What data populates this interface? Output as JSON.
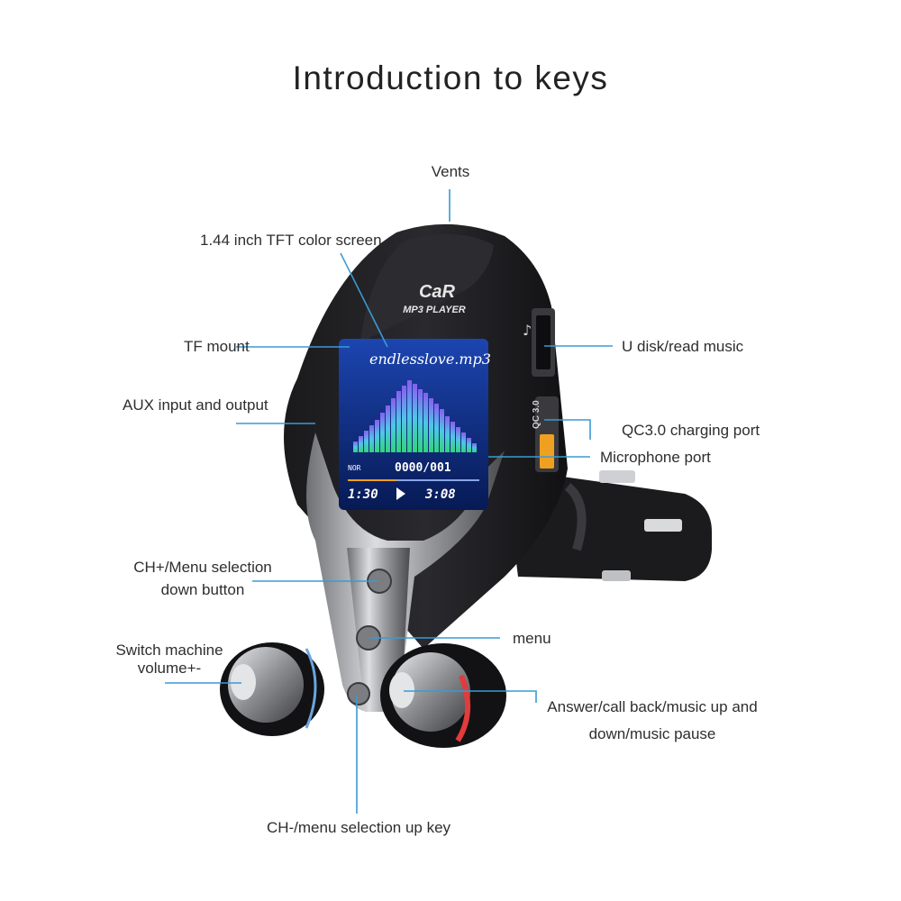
{
  "title": "Introduction to keys",
  "device": {
    "brand_top": "CaR",
    "brand_bottom": "MP3 PLAYER",
    "usb_port_tag": "QC 3.0",
    "music_note": "♪"
  },
  "screen": {
    "filename": "endlesslove.mp3",
    "eq_mode": "NOR",
    "track_counter": "0000/001",
    "elapsed": "1:30",
    "total": "3:08"
  },
  "labels": {
    "vents": "Vents",
    "screen": "1.44 inch TFT color screen",
    "tf_mount": "TF mount",
    "aux": "AUX input and output",
    "u_disk": "U disk/read music",
    "qc_port": "QC3.0 charging port",
    "mic_port": "Microphone port",
    "ch_plus_line1": "CH+/Menu selection",
    "ch_plus_line2": "down button",
    "menu": "menu",
    "switch_line1": "Switch machine",
    "switch_line2": "volume+-",
    "answer_line1": "Answer/call back/music up and",
    "answer_line2": "down/music pause",
    "ch_minus": "CH-/menu selection up key"
  },
  "colors": {
    "leader_line": "#3a9ad6",
    "screen_bg": "#0a2a78",
    "accent_red": "#e23b3b",
    "usb_orange": "#f0a020"
  }
}
